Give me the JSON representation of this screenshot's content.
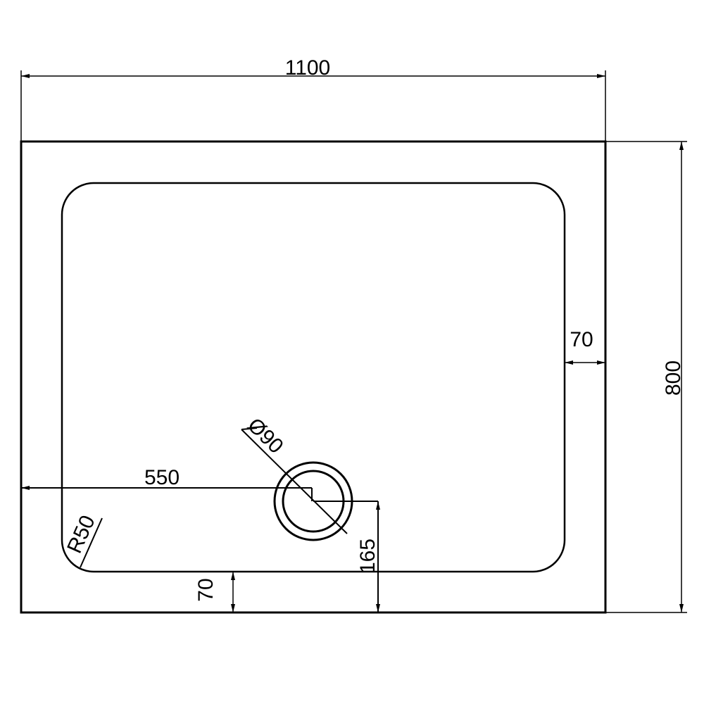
{
  "drawing": {
    "overall_width": "1100",
    "overall_depth": "800",
    "rim_right": "70",
    "rim_bottom": "70",
    "drain_offset_x": "550",
    "drain_offset_y": "165",
    "drain_diameter": "Ø90",
    "corner_radius": "R50",
    "line_color": "#000000"
  }
}
